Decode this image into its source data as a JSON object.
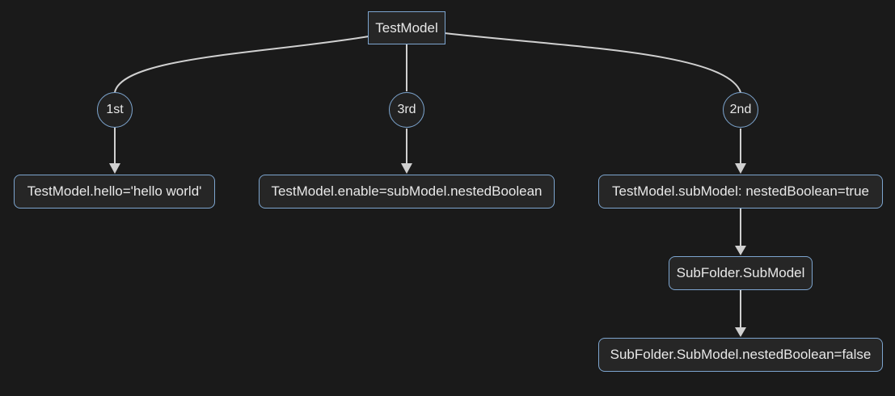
{
  "colors": {
    "background": "#1a1a1a",
    "node_fill": "#262626",
    "node_border": "#7da5cf",
    "edge": "#d0d0d0",
    "text": "#e8e8e8"
  },
  "diagram": {
    "root": {
      "label": "TestModel"
    },
    "branches": [
      {
        "order": "1st",
        "target": "TestModel.hello='hello world'"
      },
      {
        "order": "3rd",
        "target": "TestModel.enable=subModel.nestedBoolean"
      },
      {
        "order": "2nd",
        "target": "TestModel.subModel: nestedBoolean=true"
      }
    ],
    "sub_chain": [
      {
        "label": "SubFolder.SubModel"
      },
      {
        "label": "SubFolder.SubModel.nestedBoolean=false"
      }
    ]
  }
}
